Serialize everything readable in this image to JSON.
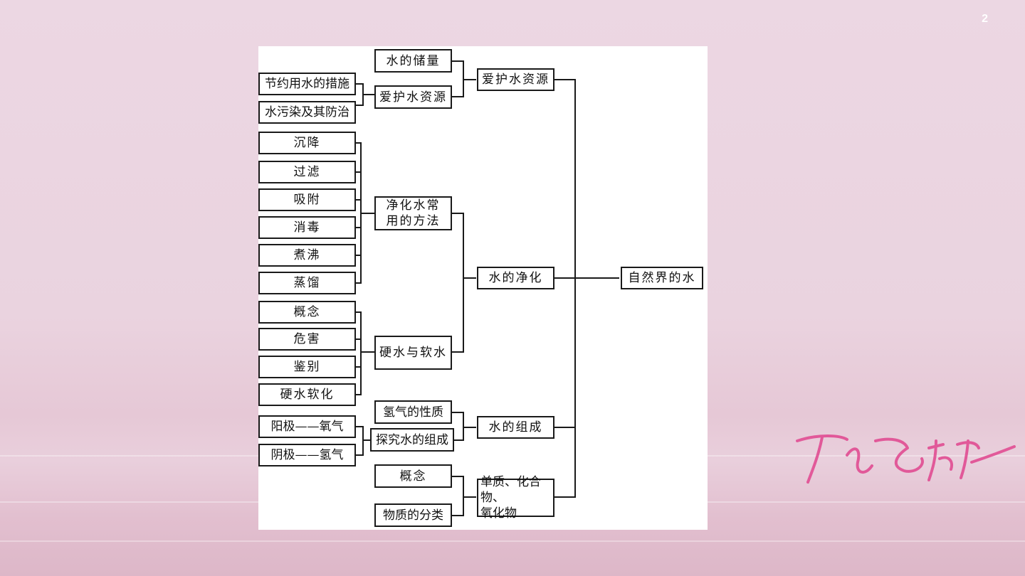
{
  "page_number": "2",
  "diagram": {
    "root": "自然界的水",
    "branches": {
      "protect": "爱护水资源",
      "purify": "水的净化",
      "composition": "水的组成",
      "classification": "单质、化合物、\n氧化物"
    },
    "protect_children": {
      "storage": "水的储量",
      "protect_sub": "爱护水资源"
    },
    "protect_leaves": {
      "saving": "节约用水的措施",
      "pollution": "水污染及其防治"
    },
    "purify_children": {
      "methods": "净化水常\n用的方法",
      "hard_soft": "硬水与软水"
    },
    "purify_method_leaves": [
      "沉降",
      "过滤",
      "吸附",
      "消毒",
      "煮沸",
      "蒸馏"
    ],
    "hard_soft_leaves": [
      "概念",
      "危害",
      "鉴别",
      "硬水软化"
    ],
    "composition_children": {
      "hydrogen": "氢气的性质",
      "explore": "探究水的组成"
    },
    "explore_leaves": {
      "anode": "阳极——氧气",
      "cathode": "阴极——氢气"
    },
    "classification_children": {
      "concept": "概念",
      "substance": "物质的分类"
    }
  }
}
